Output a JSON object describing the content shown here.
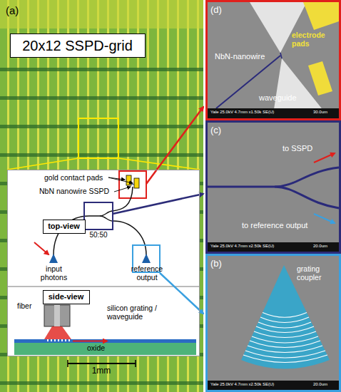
{
  "diagram": {
    "nodes": [
      {
        "text": [
          "(a)"
        ]
      },
      {
        "text": [
          "20x12 SSPD-grid"
        ],
        "in": 0
      },
      {
        "text": [
          "gold contact pads",
          "NbN nanowire SSPD",
          "50:50",
          "input photons",
          "reference output",
          "fiber",
          "silicon grating / waveguide",
          "oxide"
        ],
        "in": 0
      },
      {
        "text": [
          "top-view"
        ],
        "in": 2
      },
      {
        "text": [
          "side-view"
        ],
        "in": 2
      },
      {
        "text": [
          "(d)",
          "electrode pads",
          "NbN-nanowire",
          "waveguide",
          "Yale 25.0kV 4.7mm x1.50k SE(U)",
          "30.0um"
        ]
      },
      {
        "text": [
          "(c)",
          "to SSPD",
          "to reference output",
          "Yale 25.0kV 4.7mm x2.50k SE(U)",
          "20.0um"
        ]
      },
      {
        "text": [
          "(b)",
          "grating coupler",
          "Yale 25.0kV 4.7mm x2.50k SE(U)",
          "20.0um"
        ]
      }
    ],
    "labels": [
      "1mm"
    ]
  }
}
